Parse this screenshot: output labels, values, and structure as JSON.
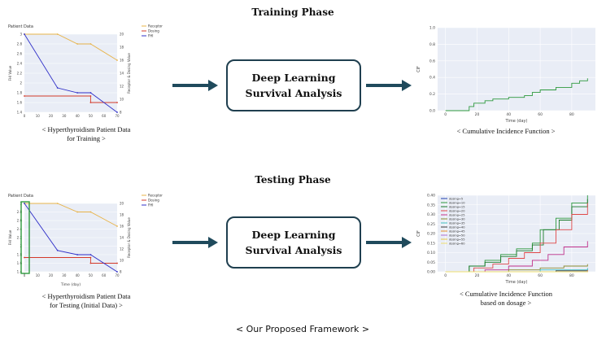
{
  "training": {
    "title": "Training Phase",
    "patient_chart": {
      "title": "Patient Data",
      "left_axis_label": "FHI Value",
      "right_axis_label": "Receptor & Dosing Value",
      "caption_line1": "< Hyperthyroidism Patient Data",
      "caption_line2": "for Training >"
    },
    "model_box": {
      "line1": "Deep Learning",
      "line2": "Survival Analysis"
    },
    "cif_chart": {
      "caption": "< Cumulative Incidence Function >"
    }
  },
  "testing": {
    "title": "Testing Phase",
    "patient_chart": {
      "title": "Patient Data",
      "left_axis_label": "FHI Value",
      "right_axis_label": "Receptor & Dosing Value",
      "xlabel": "Time (day)",
      "caption_line1": "< Hyperthyroidism Patient Data",
      "caption_line2": "for Testing (Initial Data) >"
    },
    "model_box": {
      "line1": "Deep Learning",
      "line2": "Survival Analysis"
    },
    "cif_chart": {
      "caption_line1": "< Cumulative Incidence Function",
      "caption_line2": "based on dosage >"
    }
  },
  "footer": "< Our Proposed Framework >",
  "colors": {
    "receptor": "#e8b44a",
    "dosing": "#d43a2a",
    "fhi": "#3030c8",
    "arrow": "#1f4a5c",
    "highlight": "#2e9a3e"
  },
  "chart_data": [
    {
      "type": "line",
      "title": "Patient Data",
      "xlabel": "",
      "ylabel": "FHI Value",
      "y2label": "Receptor & Dosing Value",
      "x": [
        0,
        10,
        20,
        30,
        40,
        50,
        60,
        70
      ],
      "xlim": [
        0,
        70
      ],
      "ylim": [
        1.4,
        3.0
      ],
      "y2lim": [
        8,
        20
      ],
      "y_ticks": [
        1.4,
        1.6,
        1.8,
        2.0,
        2.2,
        2.4,
        2.6,
        2.8,
        3.0
      ],
      "y2_ticks": [
        8,
        10,
        12,
        14,
        16,
        18,
        20
      ],
      "legend": "top-right",
      "series": [
        {
          "name": "Receptor",
          "axis": "right",
          "points": [
            [
              0,
              20
            ],
            [
              25,
              20
            ],
            [
              40,
              18.5
            ],
            [
              50,
              18.5
            ],
            [
              70,
              16
            ]
          ]
        },
        {
          "name": "Dosing",
          "axis": "right",
          "points": [
            [
              0,
              10.5
            ],
            [
              50,
              10.5
            ],
            [
              50,
              9.5
            ],
            [
              70,
              9.5
            ]
          ]
        },
        {
          "name": "FHI",
          "axis": "left",
          "points": [
            [
              0,
              3.0
            ],
            [
              25,
              1.9
            ],
            [
              40,
              1.8
            ],
            [
              50,
              1.8
            ],
            [
              70,
              1.4
            ]
          ]
        }
      ]
    },
    {
      "type": "line",
      "title": "",
      "xlabel": "Time (day)",
      "ylabel": "CIF",
      "xlim": [
        -5,
        95
      ],
      "ylim": [
        0,
        1.0
      ],
      "x_ticks": [
        0,
        20,
        40,
        60,
        80
      ],
      "y_ticks": [
        0.0,
        0.2,
        0.4,
        0.6,
        0.8,
        1.0
      ],
      "series": [
        {
          "points": [
            [
              0,
              0
            ],
            [
              12,
              0
            ],
            [
              15,
              0.05
            ],
            [
              18,
              0.09
            ],
            [
              25,
              0.12
            ],
            [
              30,
              0.14
            ],
            [
              40,
              0.16
            ],
            [
              50,
              0.18
            ],
            [
              55,
              0.22
            ],
            [
              60,
              0.25
            ],
            [
              70,
              0.28
            ],
            [
              80,
              0.33
            ],
            [
              85,
              0.36
            ],
            [
              90,
              0.39
            ]
          ]
        }
      ]
    },
    {
      "type": "line",
      "title": "Patient Data",
      "xlabel": "Time (day)",
      "ylabel": "FHI Value",
      "y2label": "Receptor & Dosing Value",
      "x": [
        0,
        10,
        20,
        30,
        40,
        50,
        60,
        70
      ],
      "xlim": [
        0,
        70
      ],
      "ylim": [
        1.4,
        3.0
      ],
      "y2lim": [
        8,
        20
      ],
      "y_ticks": [
        1.4,
        1.6,
        1.8,
        2.0,
        2.2,
        2.4,
        2.6,
        2.8,
        3.0
      ],
      "y2_ticks": [
        8,
        10,
        12,
        14,
        16,
        18,
        20
      ],
      "legend": "top-right",
      "series": [
        {
          "name": "Receptor",
          "axis": "right",
          "points": [
            [
              0,
              20
            ],
            [
              25,
              20
            ],
            [
              40,
              18.5
            ],
            [
              50,
              18.5
            ],
            [
              70,
              16
            ]
          ]
        },
        {
          "name": "Dosing",
          "axis": "right",
          "points": [
            [
              0,
              10.5
            ],
            [
              50,
              10.5
            ],
            [
              50,
              9.5
            ],
            [
              70,
              9.5
            ]
          ]
        },
        {
          "name": "FHI",
          "axis": "left",
          "points": [
            [
              0,
              3.0
            ],
            [
              25,
              1.9
            ],
            [
              40,
              1.8
            ],
            [
              50,
              1.8
            ],
            [
              70,
              1.4
            ]
          ]
        }
      ]
    },
    {
      "type": "line",
      "title": "",
      "xlabel": "Time (day)",
      "ylabel": "CIF",
      "xlim": [
        -5,
        95
      ],
      "ylim": [
        0,
        0.4
      ],
      "x_ticks": [
        0,
        20,
        40,
        60,
        80
      ],
      "y_ticks": [
        0.0,
        0.05,
        0.1,
        0.15,
        0.2,
        0.25,
        0.3,
        0.35,
        0.4
      ],
      "legend": "top-left",
      "series": [
        {
          "name": "dosing=5",
          "color": "#1f3fb0",
          "points": [
            [
              0,
              0
            ],
            [
              90,
              0
            ]
          ]
        },
        {
          "name": "dosing=10",
          "color": "#2e9a3e",
          "points": [
            [
              0,
              0
            ],
            [
              12,
              0
            ],
            [
              15,
              0.03
            ],
            [
              25,
              0.06
            ],
            [
              35,
              0.09
            ],
            [
              45,
              0.12
            ],
            [
              55,
              0.15
            ],
            [
              60,
              0.22
            ],
            [
              70,
              0.28
            ],
            [
              80,
              0.36
            ],
            [
              90,
              0.4
            ]
          ]
        },
        {
          "name": "dosing=15",
          "color": "#1a7a2a",
          "points": [
            [
              0,
              0
            ],
            [
              12,
              0
            ],
            [
              15,
              0.03
            ],
            [
              25,
              0.05
            ],
            [
              35,
              0.08
            ],
            [
              45,
              0.11
            ],
            [
              55,
              0.14
            ],
            [
              62,
              0.22
            ],
            [
              72,
              0.27
            ],
            [
              80,
              0.34
            ],
            [
              90,
              0.38
            ]
          ]
        },
        {
          "name": "dosing=20",
          "color": "#e04848",
          "points": [
            [
              0,
              0
            ],
            [
              12,
              0
            ],
            [
              18,
              0.02
            ],
            [
              30,
              0.04
            ],
            [
              40,
              0.07
            ],
            [
              50,
              0.1
            ],
            [
              60,
              0.15
            ],
            [
              70,
              0.22
            ],
            [
              80,
              0.3
            ],
            [
              90,
              0.36
            ]
          ]
        },
        {
          "name": "dosing=25",
          "color": "#c0308a",
          "points": [
            [
              0,
              0
            ],
            [
              15,
              0
            ],
            [
              25,
              0.01
            ],
            [
              40,
              0.03
            ],
            [
              55,
              0.06
            ],
            [
              65,
              0.09
            ],
            [
              75,
              0.13
            ],
            [
              90,
              0.16
            ]
          ]
        },
        {
          "name": "dosing=30",
          "color": "#8a8a30",
          "points": [
            [
              0,
              0
            ],
            [
              20,
              0
            ],
            [
              40,
              0.01
            ],
            [
              60,
              0.02
            ],
            [
              75,
              0.03
            ],
            [
              90,
              0.04
            ]
          ]
        },
        {
          "name": "dosing=35",
          "color": "#40c0c0",
          "points": [
            [
              0,
              0
            ],
            [
              30,
              0
            ],
            [
              60,
              0.01
            ],
            [
              90,
              0.02
            ]
          ]
        },
        {
          "name": "dosing=40",
          "color": "#3a3a3a",
          "points": [
            [
              0,
              0
            ],
            [
              40,
              0
            ],
            [
              70,
              0.005
            ],
            [
              90,
              0.01
            ]
          ]
        },
        {
          "name": "dosing=45",
          "color": "#e8902a",
          "points": [
            [
              0,
              0
            ],
            [
              90,
              0.008
            ]
          ]
        },
        {
          "name": "dosing=50",
          "color": "#b070d0",
          "points": [
            [
              0,
              0
            ],
            [
              90,
              0.005
            ]
          ]
        },
        {
          "name": "dosing=55",
          "color": "#e8c848",
          "points": [
            [
              0,
              0
            ],
            [
              90,
              0.003
            ]
          ]
        },
        {
          "name": "dosing=60",
          "color": "#f0e070",
          "points": [
            [
              0,
              0
            ],
            [
              90,
              0.002
            ]
          ]
        }
      ]
    }
  ]
}
